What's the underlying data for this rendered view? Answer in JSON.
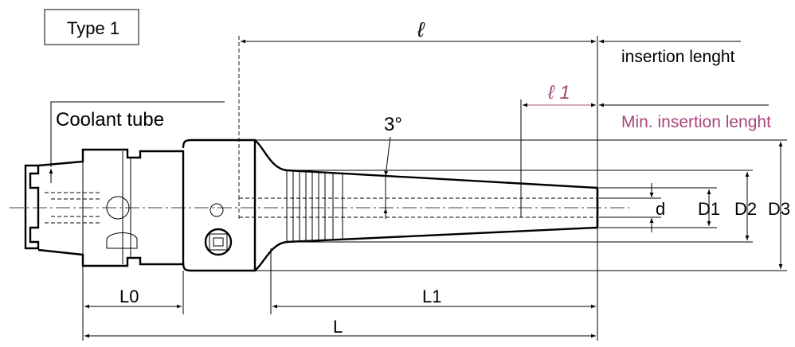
{
  "type_label": "Type 1",
  "labels": {
    "coolant_tube": "Coolant tube",
    "insertion_length": "insertion lenght",
    "min_insertion_length": "Min. insertion lenght",
    "ell": "ℓ",
    "ell1": "ℓ 1",
    "angle": "3°",
    "d": "d",
    "D1": "D1",
    "D2": "D2",
    "D3": "D3",
    "L0": "L0",
    "L1": "L1",
    "L": "L"
  },
  "colors": {
    "line": "#000000",
    "accent": "#a8457a"
  }
}
